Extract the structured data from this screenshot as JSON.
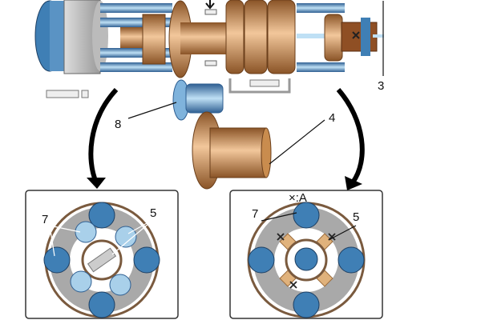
{
  "labels": {
    "part_3": "3",
    "part_8": "8",
    "part_4": "4",
    "left_7": "7",
    "left_5": "5",
    "right_caption": "×:A",
    "right_7": "7",
    "right_5": "5"
  },
  "colors": {
    "blue_dark": "#3f7fb5",
    "blue_light": "#a9d0ea",
    "gold": "#c98c4e",
    "gold_light": "#e8b98a",
    "grey": "#a9a9a9",
    "brown": "#7a5a3e"
  }
}
